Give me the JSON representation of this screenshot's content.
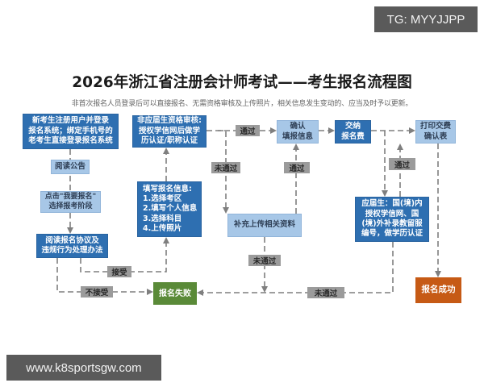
{
  "watermarks": {
    "top": "TG: MYYJJPP",
    "bottom": "www.k8sportsgw.com"
  },
  "header": {
    "title": "2026年浙江省注册会计师考试——考生报名流程图",
    "subtitle": "非首次报名人员登录后可以直接报名、无需资格审核及上传照片，相关信息发生变动的、应当及时予以更新。"
  },
  "nodes": {
    "register": "新考生注册用户并登录\n报名系统；绑定手机号的\n老考生直接登录报名系统",
    "read_notice": "阅读公告",
    "click_apply": "点击\"我要报名\"\n选择报考阶段",
    "read_agreement": "阅读报名协议及\n违规行为处理办法",
    "fill_info": "填写报名信息:\n1.选择考区\n2.填写个人信息\n3.选择科目\n4.上传照片",
    "non_graduate_review": "非应届生资格审核:\n授权学信网后做学\n历认证/职称认证",
    "confirm_info": "确认\n填报信息",
    "pay_fee": "交纳\n报名费",
    "print_receipt": "打印交费\n确认表",
    "supplement_upload": "补充上传相关资料",
    "graduate_review": "应届生：国(境)内\n授权学信网、国\n(境)外补录教留服\n编号，做学历认证",
    "fail": "报名失败",
    "success": "报名成功"
  },
  "edge_labels": {
    "accept": "接受",
    "reject": "不接受",
    "pass_top": "通过",
    "fail_left": "未通过",
    "pass_mid": "通过",
    "fail_mid": "未通过",
    "fail_bottom": "未通过",
    "pass_right": "通过"
  },
  "colors": {
    "dark_blue": "#2e6fb1",
    "light_blue": "#a7c7e7",
    "green": "#5a8a38",
    "orange": "#c65a15",
    "label_gray": "#9b9b9b",
    "line_gray": "#7f7f7f"
  }
}
